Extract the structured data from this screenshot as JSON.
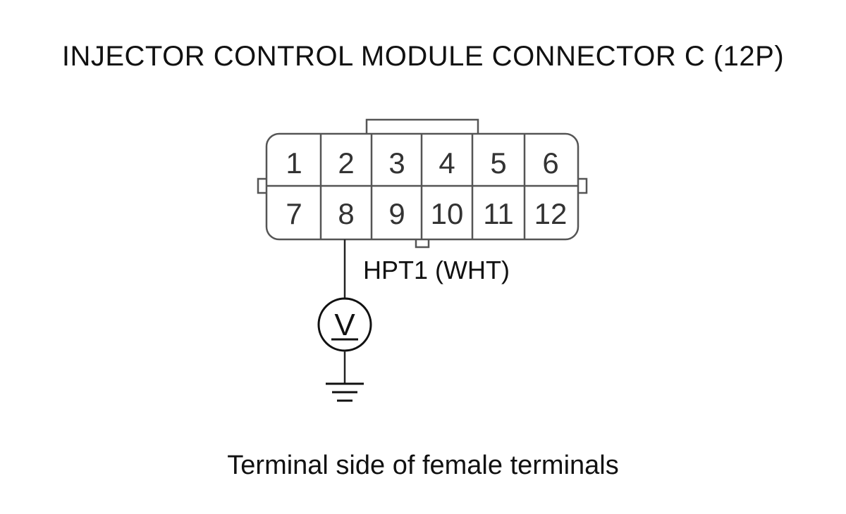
{
  "title": "INJECTOR CONTROL MODULE CONNECTOR C (12P)",
  "caption": "Terminal side of female terminals",
  "connector": {
    "row_top": [
      "1",
      "2",
      "3",
      "4",
      "5",
      "6"
    ],
    "row_bottom": [
      "7",
      "8",
      "9",
      "10",
      "11",
      "12"
    ]
  },
  "probe": {
    "terminal": "8",
    "wire_label": "HPT1 (WHT)",
    "meter_symbol": "V"
  },
  "colors": {
    "line": "#555555",
    "text": "#111111"
  }
}
